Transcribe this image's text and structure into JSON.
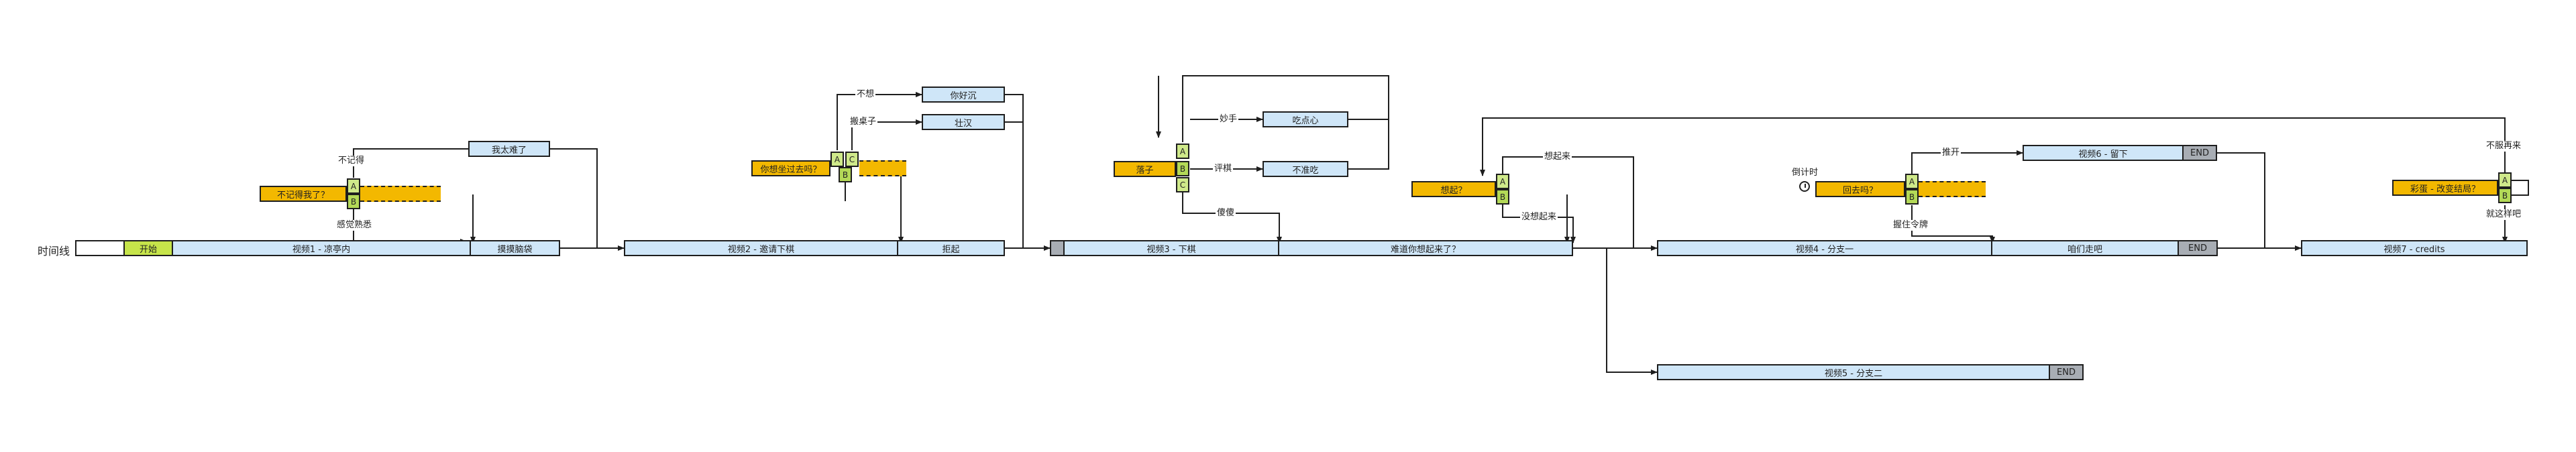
{
  "timeline": {
    "label": "时间线"
  },
  "videos": {
    "start": "开始",
    "v1": "视频1 - 凉亭内",
    "v1b": "摸摸脑袋",
    "v2": "视频2 - 邀请下棋",
    "v2b": "拒起",
    "v3": "视频3 - 下棋",
    "v3b": "难道你想起来了？",
    "v4": "视频4 - 分支一",
    "v4b": "咱们走吧",
    "v5": "视频5 - 分支二",
    "v6": "视频6 - 留下",
    "v7": "视频7 - credits",
    "end": "END"
  },
  "scenes": {
    "s1": "我太难了",
    "s2": "你好沉",
    "s3": "壮汉",
    "s4": "吃点心",
    "s5": "不准吃"
  },
  "choices": {
    "c1": "不记得我了？",
    "c2": "你想坐过去吗？",
    "c3": "落子",
    "c4": "想起？",
    "c5": "回去吗？",
    "c6": "彩蛋 - 改变结局？"
  },
  "options": {
    "a": "A",
    "b": "B",
    "c": "C"
  },
  "labels": {
    "c1a": "不记得",
    "c1b": "感觉熟悉",
    "c2a": "不想",
    "c2c": "搬桌子",
    "c3a": "妙手",
    "c3b": "评棋",
    "c3c": "傻傻",
    "c4a": "想起来",
    "c4b": "没想起来",
    "c5a": "推开",
    "c5b": "握住令牌",
    "c5timer": "倒计时",
    "c6a": "不服再来",
    "c6b": "就这样吧"
  },
  "icons": {
    "timer": "clock-icon"
  },
  "colors": {
    "video": "#cfe6f8",
    "choice": "#f3b800",
    "option_a": "#cfe98a",
    "option_b": "#b3d957",
    "start": "#c6e44a",
    "end": "#a8adb4",
    "line": "#1e1e1e"
  }
}
